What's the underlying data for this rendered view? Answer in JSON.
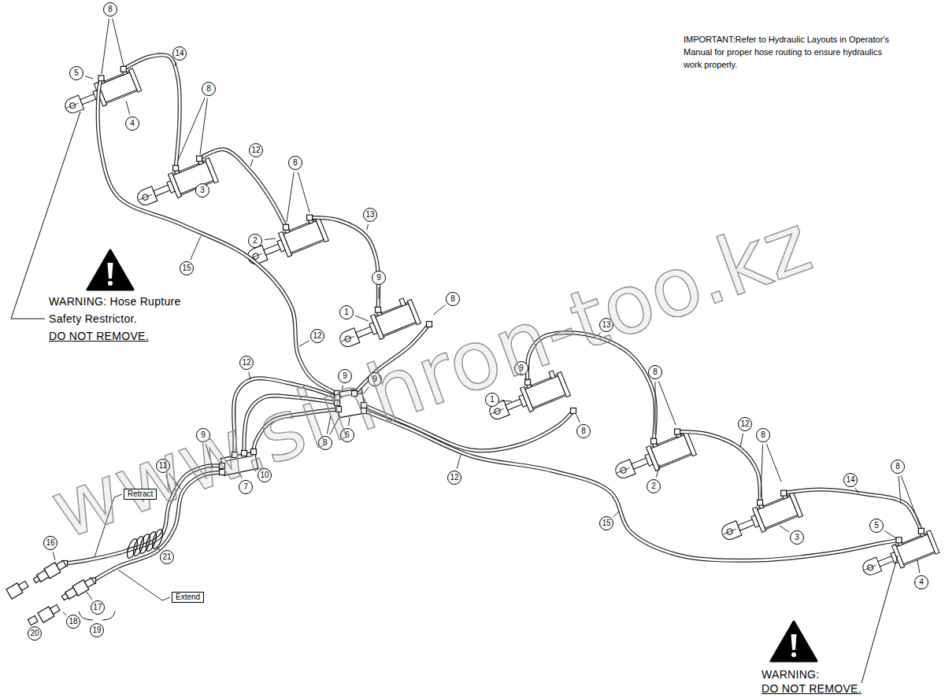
{
  "diagram": {
    "nodes": [
      {
        "text": [
          "Retract"
        ]
      },
      {
        "text": [
          "Extend"
        ]
      }
    ],
    "labels": [
      "IMPORTANT:Refer to Hydraulic Layouts in Operator's Manual for proper hose routing to ensure hydraulics work properly.",
      "8",
      "5",
      "14",
      "4",
      "8",
      "12",
      "3",
      "8",
      "13",
      "2",
      "15",
      "WARNING: Hose Rupture Safety Restrictor.",
      "DO NOT REMOVE.",
      "9",
      "8",
      "1",
      "12",
      "13",
      "12",
      "9",
      "9",
      "9",
      "8",
      "1",
      "6",
      "8",
      "8",
      "9",
      "12",
      "8",
      "11",
      "10",
      "7",
      "12",
      "2",
      "14",
      "8",
      "15",
      "5",
      "3",
      "21",
      "16",
      "4",
      "WARNING:",
      "DO NOT REMOVE.",
      "17",
      "18",
      "19",
      "20",
      "www.sinhron-too.kz"
    ]
  }
}
